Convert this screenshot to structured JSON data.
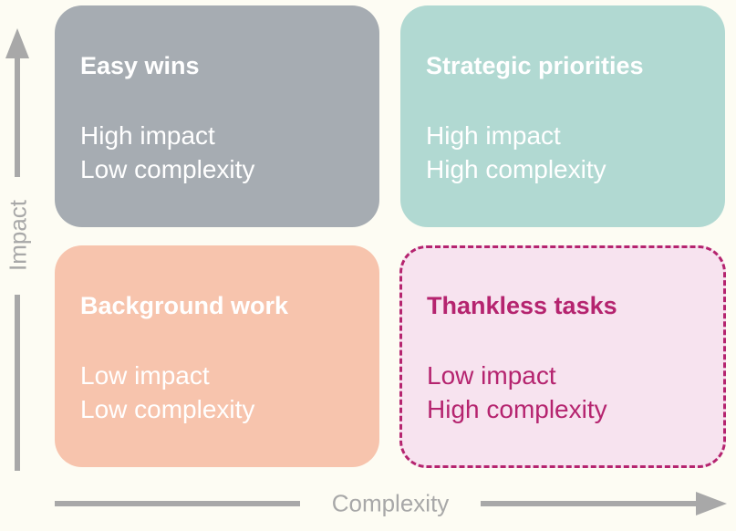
{
  "quadrants": {
    "top_left": {
      "title": "Easy wins",
      "line1": "High impact",
      "line2": "Low complexity",
      "bg_color": "#a6acb2",
      "text_color": "#ffffff"
    },
    "top_right": {
      "title": "Strategic priorities",
      "line1": "High impact",
      "line2": "High complexity",
      "bg_color": "#b1d9d2",
      "text_color": "#ffffff"
    },
    "bottom_left": {
      "title": "Background work",
      "line1": "Low impact",
      "line2": "Low complexity",
      "bg_color": "#f7c4ad",
      "text_color": "#ffffff"
    },
    "bottom_right": {
      "title": "Thankless tasks",
      "line1": "Low impact",
      "line2": "High complexity",
      "bg_color": "#f7e3ef",
      "text_color": "#b5246f",
      "border_color": "#b5246f",
      "border_style": "dashed"
    }
  },
  "axes": {
    "y_label": "Impact",
    "x_label": "Complexity",
    "color": "#a8a8a8"
  },
  "background_color": "#fdfcf3"
}
